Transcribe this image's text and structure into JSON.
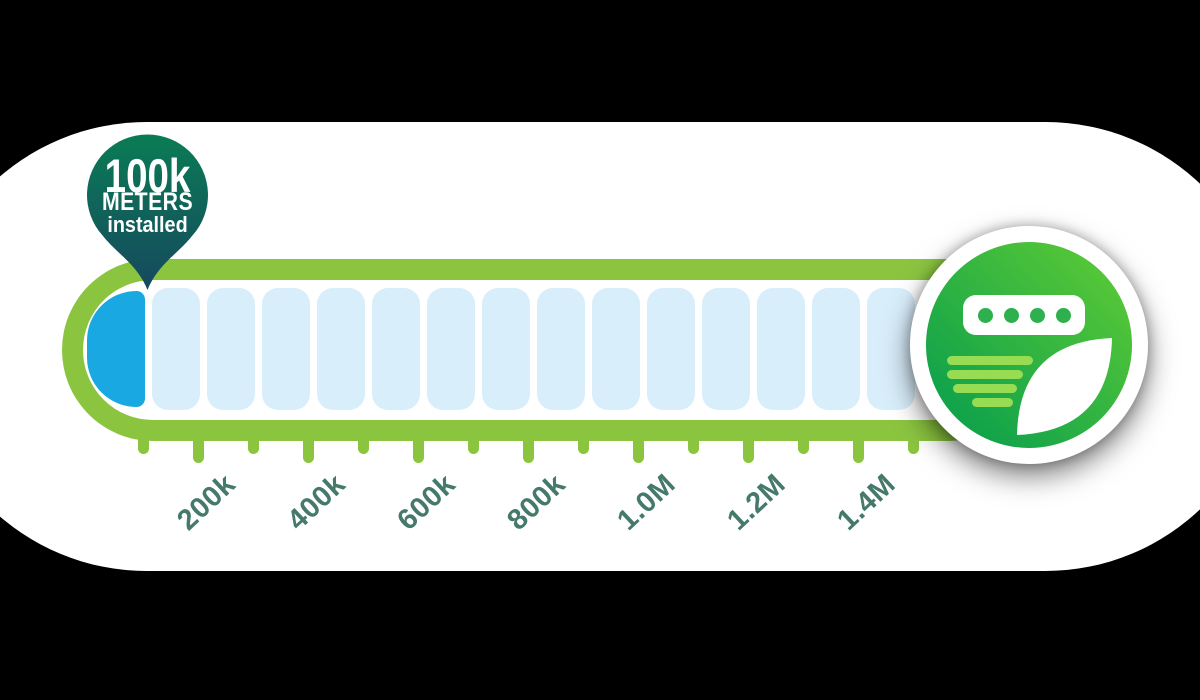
{
  "marker": {
    "value": "100k",
    "unit_label": "METERS",
    "status_label": "installed"
  },
  "chart_data": {
    "type": "bar",
    "title": "100k METERS installed",
    "value": 100000,
    "value_label": "100k",
    "xlim": [
      0,
      1500000
    ],
    "segment_size": 100000,
    "segments_total": 15,
    "segments_filled": 1,
    "x_tick_labels": [
      "200k",
      "400k",
      "600k",
      "800k",
      "1.0M",
      "1.2M",
      "1.4M"
    ],
    "x_minor_ticks_unlabeled": [
      "100k",
      "300k",
      "500k",
      "700k",
      "900k",
      "1.1M",
      "1.3M",
      "1.5M"
    ],
    "legend": "none",
    "annotation": "100k METERS installed"
  },
  "badge": {
    "icon": "smart-meter-with-leaf-icon",
    "display_dots_count": 4,
    "signal_lines_count": 4
  },
  "colors": {
    "background": "#000000",
    "panel": "#ffffff",
    "bar_green": "#8bc540",
    "segment_empty": "#d9eefb",
    "segment_filled": "#19a8e2",
    "pin_top": "#0a7c55",
    "pin_bottom": "#16485e",
    "pin_text": "#ffffff",
    "tick_label": "#45796c",
    "badge_light": "#5ecb35",
    "badge_dark": "#13a44a",
    "badge_dot": "#2db04d",
    "badge_line": "#97dc52"
  }
}
